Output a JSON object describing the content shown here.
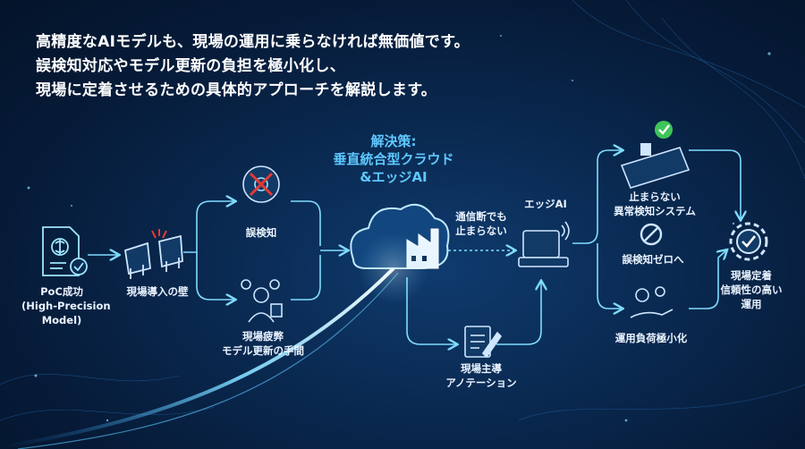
{
  "intro": {
    "line1": "高精度なAIモデルも、現場の運用に乗らなければ無価値です。",
    "line2": "誤検知対応やモデル更新の負担を極小化し、",
    "line3": "現場に定着させるための具体的アプローチを解説します。"
  },
  "nodes": {
    "poc": {
      "line1": "PoC成功",
      "line2": "(High-Precision",
      "line3": "Model)"
    },
    "wall": "現場導入の壁",
    "false_detect": "誤検知",
    "burden": {
      "line1": "現場疲弊",
      "line2": "モデル更新の手間"
    },
    "solution": {
      "line1": "解決策:",
      "line2": "垂直統合型クラウド",
      "line3": "&エッジAI"
    },
    "offline": {
      "line1": "通信断でも",
      "line2": "止まらない"
    },
    "edge_ai": "エッジAI",
    "annotation": {
      "line1": "現場主導",
      "line2": "アノテーション"
    },
    "nonstop": {
      "line1": "止まらない",
      "line2": "異常検知システム"
    },
    "zero_false": "誤検知ゼロへ",
    "low_load": "運用負荷極小化",
    "result": {
      "line1": "現場定着",
      "line2": "信頼性の高い",
      "line3": "運用"
    }
  },
  "colors": {
    "accent": "#5ec8ff",
    "glow": "#9fe6ff",
    "ok": "#3ec45a",
    "alert": "#e53935"
  }
}
